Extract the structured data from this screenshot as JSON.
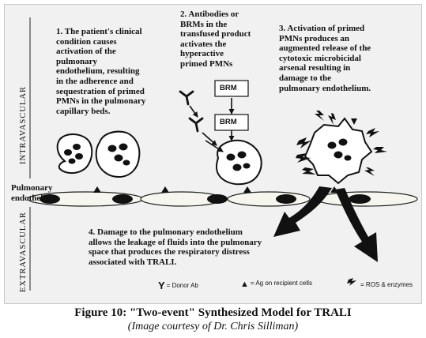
{
  "labels": {
    "intravascular": "INTRAVASCULAR",
    "extravascular": "EXTRAVASCULAR",
    "endothelium": "Pulmonary\nendothelium"
  },
  "steps": {
    "step1": "1. The patient's clinical\ncondition causes\nactivation of the\npulmonary\nendothelium, resulting\nin the adherence and\nsequestration of primed\nPMNs in the pulmonary\ncapillary beds.",
    "step2": "2. Antibodies or\nBRMs in the\ntransfused product\nactivates the\nhyperactive\nprimed PMNs",
    "step3": "3. Activation of primed\nPMNs produces an\naugmented release of the\ncytotoxic microbicidal\narsenal resulting in\ndamage to the\npulmonary endothelium.",
    "step4": "4. Damage to the pulmonary endothelium\nallows the leakage of fluids into the pulmonary\nspace that produces the respiratory distress\nassociated with TRALI."
  },
  "brm": {
    "box1": "BRM",
    "box2": "BRM"
  },
  "legend": {
    "donor_ab_symbol": "Y",
    "donor_ab": "= Donor Ab",
    "ag_symbol": "▲",
    "ag": "= Ag on recipient cells",
    "ros": "= ROS & enzymes"
  },
  "caption": "Figure 10: \"Two-event\" Synthesized Model for TRALI",
  "credit": "(Image courtesy of Dr. Chris Silliman)",
  "colors": {
    "background": "#f1f1f1",
    "ink": "#111111",
    "endothelial_cell_fill": "#f6f6ee"
  }
}
